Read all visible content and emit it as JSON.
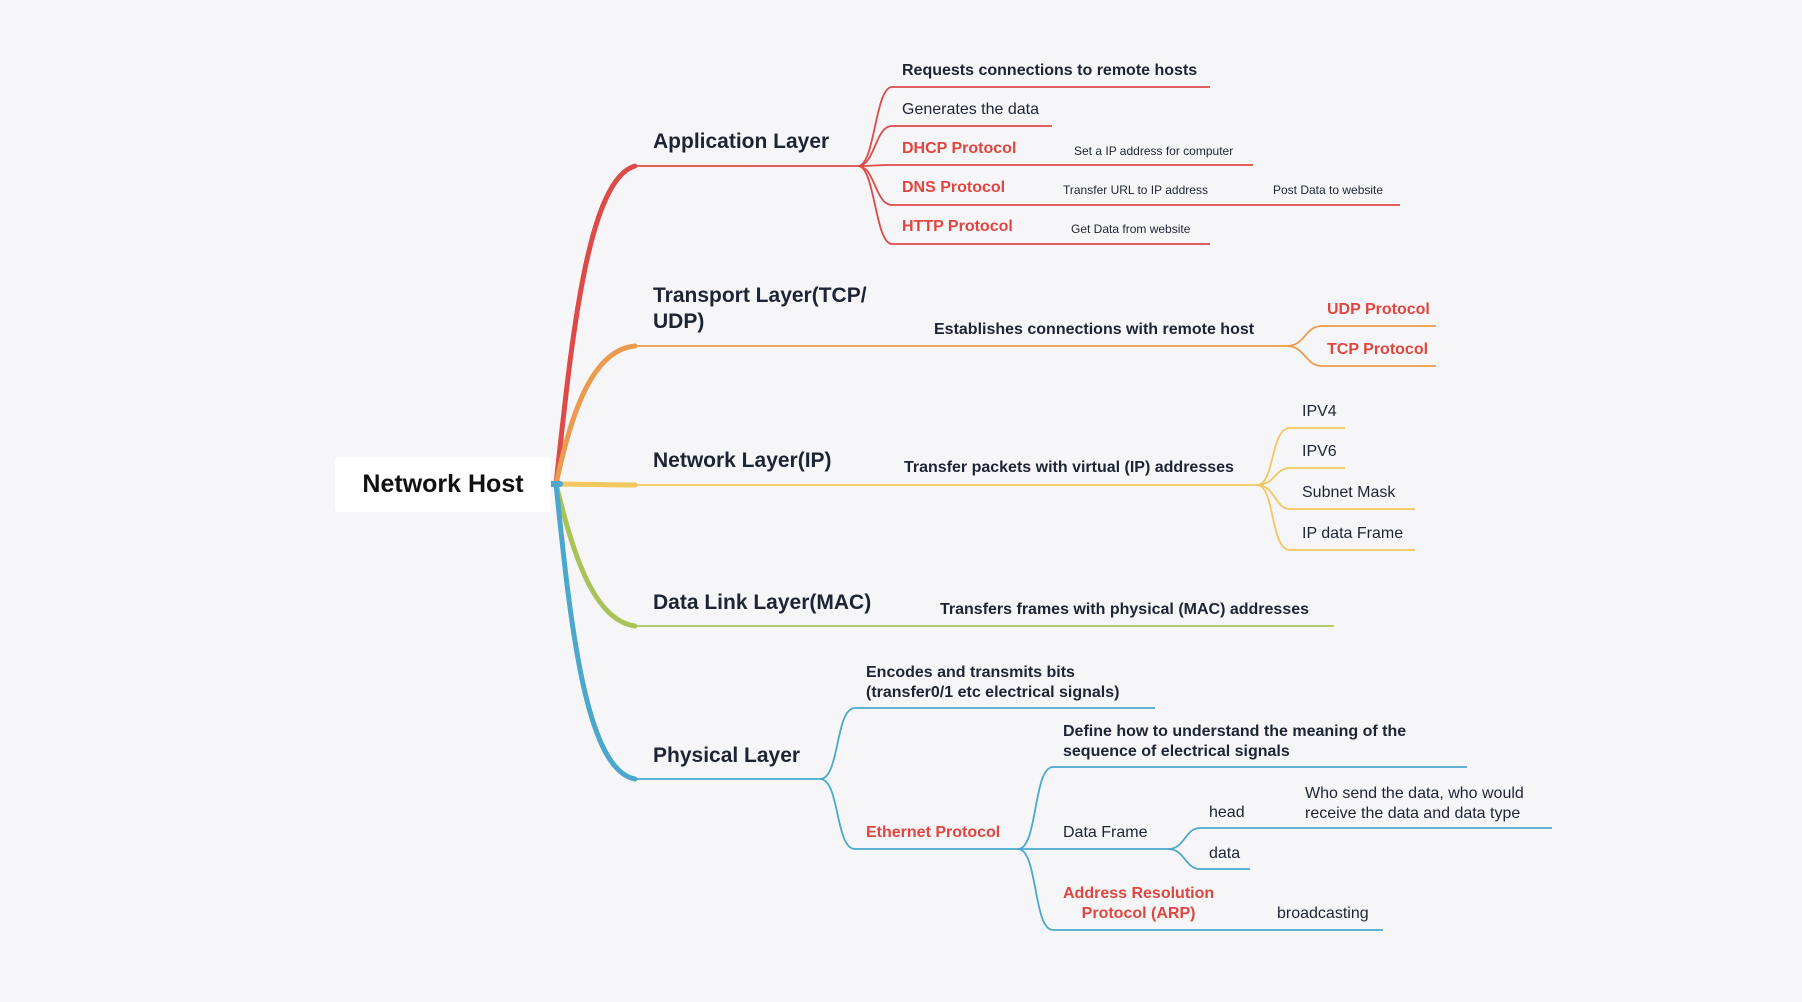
{
  "root": {
    "label": "Network Host"
  },
  "colors": {
    "application": "#dc4b48",
    "transport": "#ec9a4d",
    "network": "#f4c65e",
    "datalink": "#a9c35a",
    "physical": "#4ba8cc",
    "protocol_text": "#e0463f"
  },
  "application": {
    "label": "Application Layer",
    "requests": "Requests connections to remote hosts",
    "generates": "Generates the data",
    "dhcp": "DHCP Protocol",
    "dhcp_note": "Set a IP address for computer",
    "dns": "DNS Protocol",
    "dns_note": "Transfer URL to IP address",
    "dns_note2": "Post Data to website",
    "http": "HTTP Protocol",
    "http_note": "Get Data from website"
  },
  "transport": {
    "label_line1": "Transport Layer(TCP/",
    "label_line2": "UDP)",
    "desc": "Establishes connections with remote host",
    "udp": "UDP Protocol",
    "tcp": "TCP Protocol"
  },
  "network": {
    "label": "Network Layer(IP)",
    "desc": "Transfer packets with virtual (IP) addresses",
    "items": [
      "IPV4",
      "IPV6",
      "Subnet  Mask",
      "IP data Frame"
    ]
  },
  "datalink": {
    "label": "Data Link Layer(MAC)",
    "desc": "Transfers frames with physical (MAC) addresses"
  },
  "physical": {
    "label": "Physical Layer",
    "encodes_line1": "Encodes and transmits bits",
    "encodes_line2": "(transfer0/1 etc electrical signals)",
    "ethernet": "Ethernet Protocol",
    "define_line1": "Define how to understand the meaning of the",
    "define_line2": "sequence of electrical signals",
    "data_frame": "Data Frame",
    "head": "head",
    "head_note_line1": "Who send the data, who would",
    "head_note_line2": "receive the data and data type",
    "data": "data",
    "arp_line1": "Address Resolution",
    "arp_line2": "Protocol (ARP)",
    "broadcasting": "broadcasting"
  }
}
